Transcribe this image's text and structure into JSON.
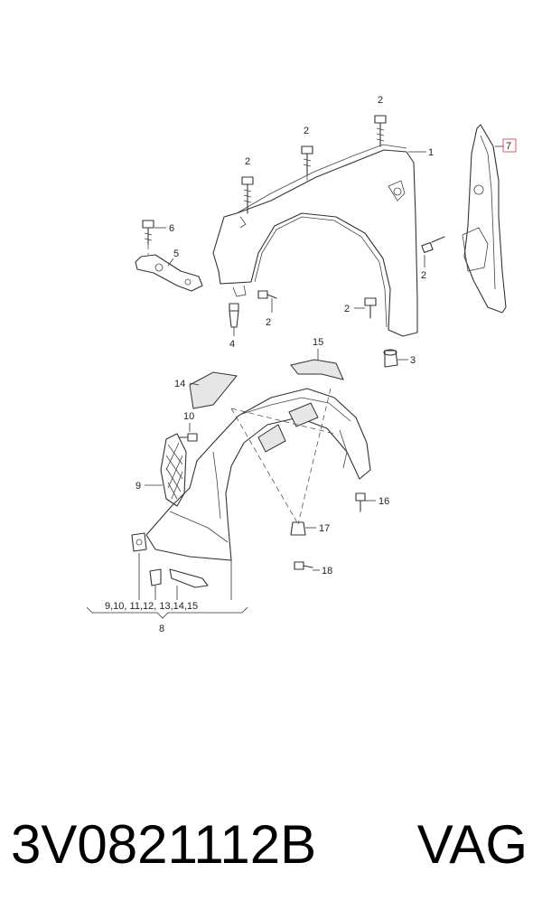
{
  "callouts": {
    "c1": "1",
    "c2a": "2",
    "c2b": "2",
    "c2c": "2",
    "c2d": "2",
    "c2e": "2",
    "c2f": "2",
    "c3": "3",
    "c4": "4",
    "c5": "5",
    "c6": "6",
    "c7": "7",
    "c8": "8",
    "c9": "9",
    "c10": "10",
    "c14": "14",
    "c15": "15",
    "c16": "16",
    "c17": "17",
    "c18": "18",
    "group": "9,10, 11,12, 13,14,15"
  },
  "colors": {
    "highlight": "#e05a6a"
  },
  "footer": {
    "part_number": "3V0821112B",
    "brand": "VAG"
  }
}
